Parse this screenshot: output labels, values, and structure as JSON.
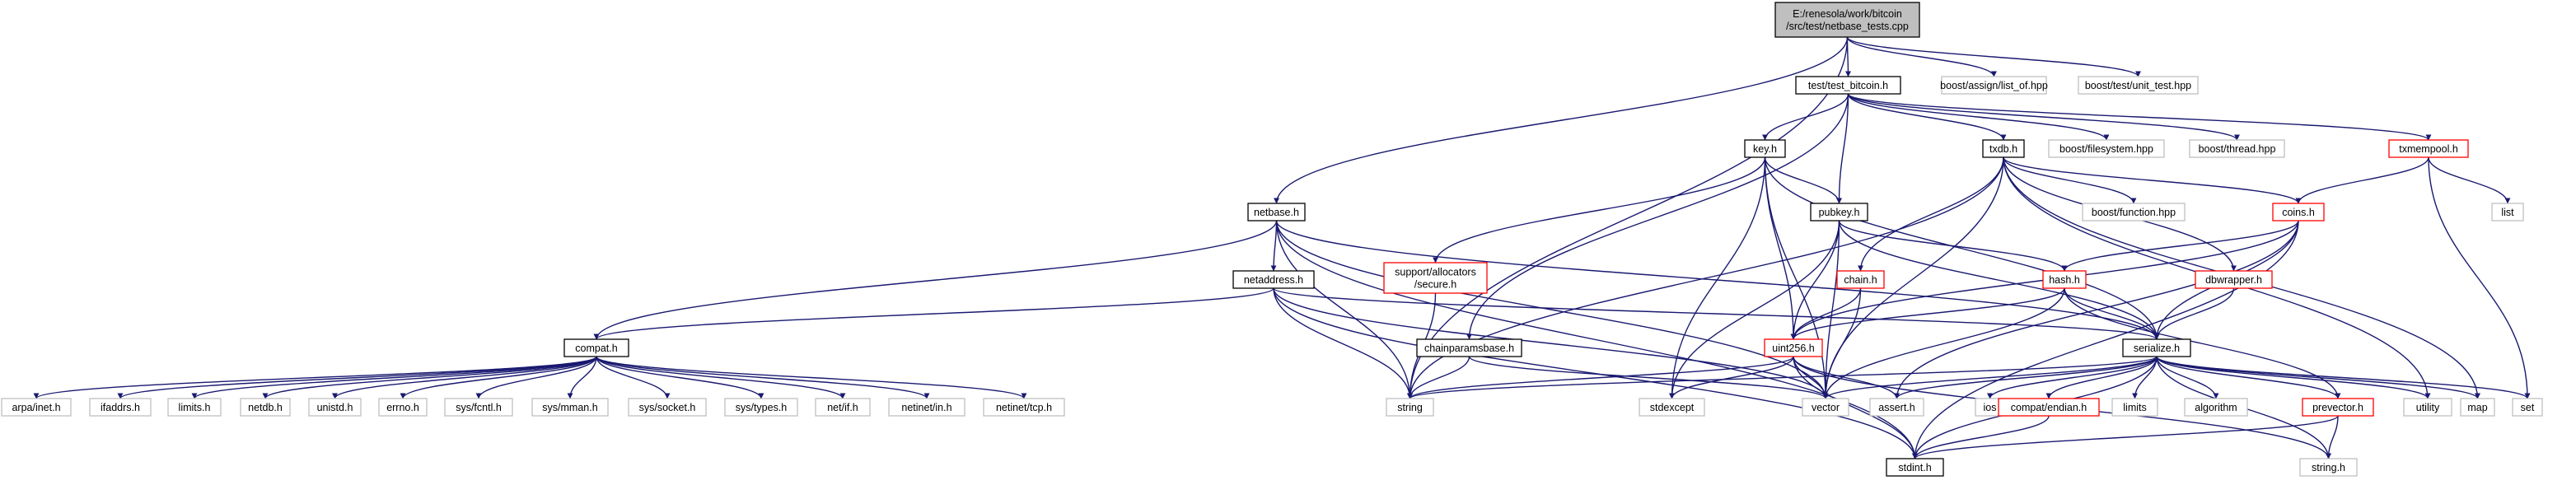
{
  "colors": {
    "root_fill": "#bfbfbf",
    "node_fill": "#ffffff",
    "internal_border": "#000000",
    "external_border": "#bfbfbf",
    "incomplete_border": "#ff0000",
    "edge": "#191970"
  },
  "nodes": {
    "root": [
      "E:/renesola/work/bitcoin",
      "/src/test/netbase_tests.cpp"
    ],
    "test_bitcoin": [
      "test/test_bitcoin.h"
    ],
    "boost_assign": [
      "boost/assign/list_of.hpp"
    ],
    "boost_unit_test": [
      "boost/test/unit_test.hpp"
    ],
    "key": [
      "key.h"
    ],
    "txdb": [
      "txdb.h"
    ],
    "boost_filesystem": [
      "boost/filesystem.hpp"
    ],
    "boost_thread": [
      "boost/thread.hpp"
    ],
    "txmempool": [
      "txmempool.h"
    ],
    "netbase": [
      "netbase.h"
    ],
    "pubkey": [
      "pubkey.h"
    ],
    "boost_function": [
      "boost/function.hpp"
    ],
    "coins": [
      "coins.h"
    ],
    "list": [
      "list"
    ],
    "support_alloc": [
      "support/allocators",
      "/secure.h"
    ],
    "chain": [
      "chain.h"
    ],
    "hash": [
      "hash.h"
    ],
    "dbwrapper": [
      "dbwrapper.h"
    ],
    "netaddress": [
      "netaddress.h"
    ],
    "compat": [
      "compat.h"
    ],
    "chainparamsbase": [
      "chainparamsbase.h"
    ],
    "uint256": [
      "uint256.h"
    ],
    "serialize": [
      "serialize.h"
    ],
    "arpa_inet": [
      "arpa/inet.h"
    ],
    "ifaddrs": [
      "ifaddrs.h"
    ],
    "limits_h": [
      "limits.h"
    ],
    "netdb": [
      "netdb.h"
    ],
    "unistd": [
      "unistd.h"
    ],
    "errno": [
      "errno.h"
    ],
    "sys_fcntl": [
      "sys/fcntl.h"
    ],
    "sys_mman": [
      "sys/mman.h"
    ],
    "sys_socket": [
      "sys/socket.h"
    ],
    "sys_types": [
      "sys/types.h"
    ],
    "net_if": [
      "net/if.h"
    ],
    "netinet_in": [
      "netinet/in.h"
    ],
    "netinet_tcp": [
      "netinet/tcp.h"
    ],
    "string": [
      "string"
    ],
    "stdexcept": [
      "stdexcept"
    ],
    "vector": [
      "vector"
    ],
    "assert": [
      "assert.h"
    ],
    "ios": [
      "ios"
    ],
    "compat_endian": [
      "compat/endian.h"
    ],
    "limits": [
      "limits"
    ],
    "algorithm": [
      "algorithm"
    ],
    "prevector": [
      "prevector.h"
    ],
    "utility": [
      "utility"
    ],
    "map": [
      "map"
    ],
    "set": [
      "set"
    ],
    "stdint": [
      "stdint.h"
    ],
    "string_h": [
      "string.h"
    ]
  }
}
